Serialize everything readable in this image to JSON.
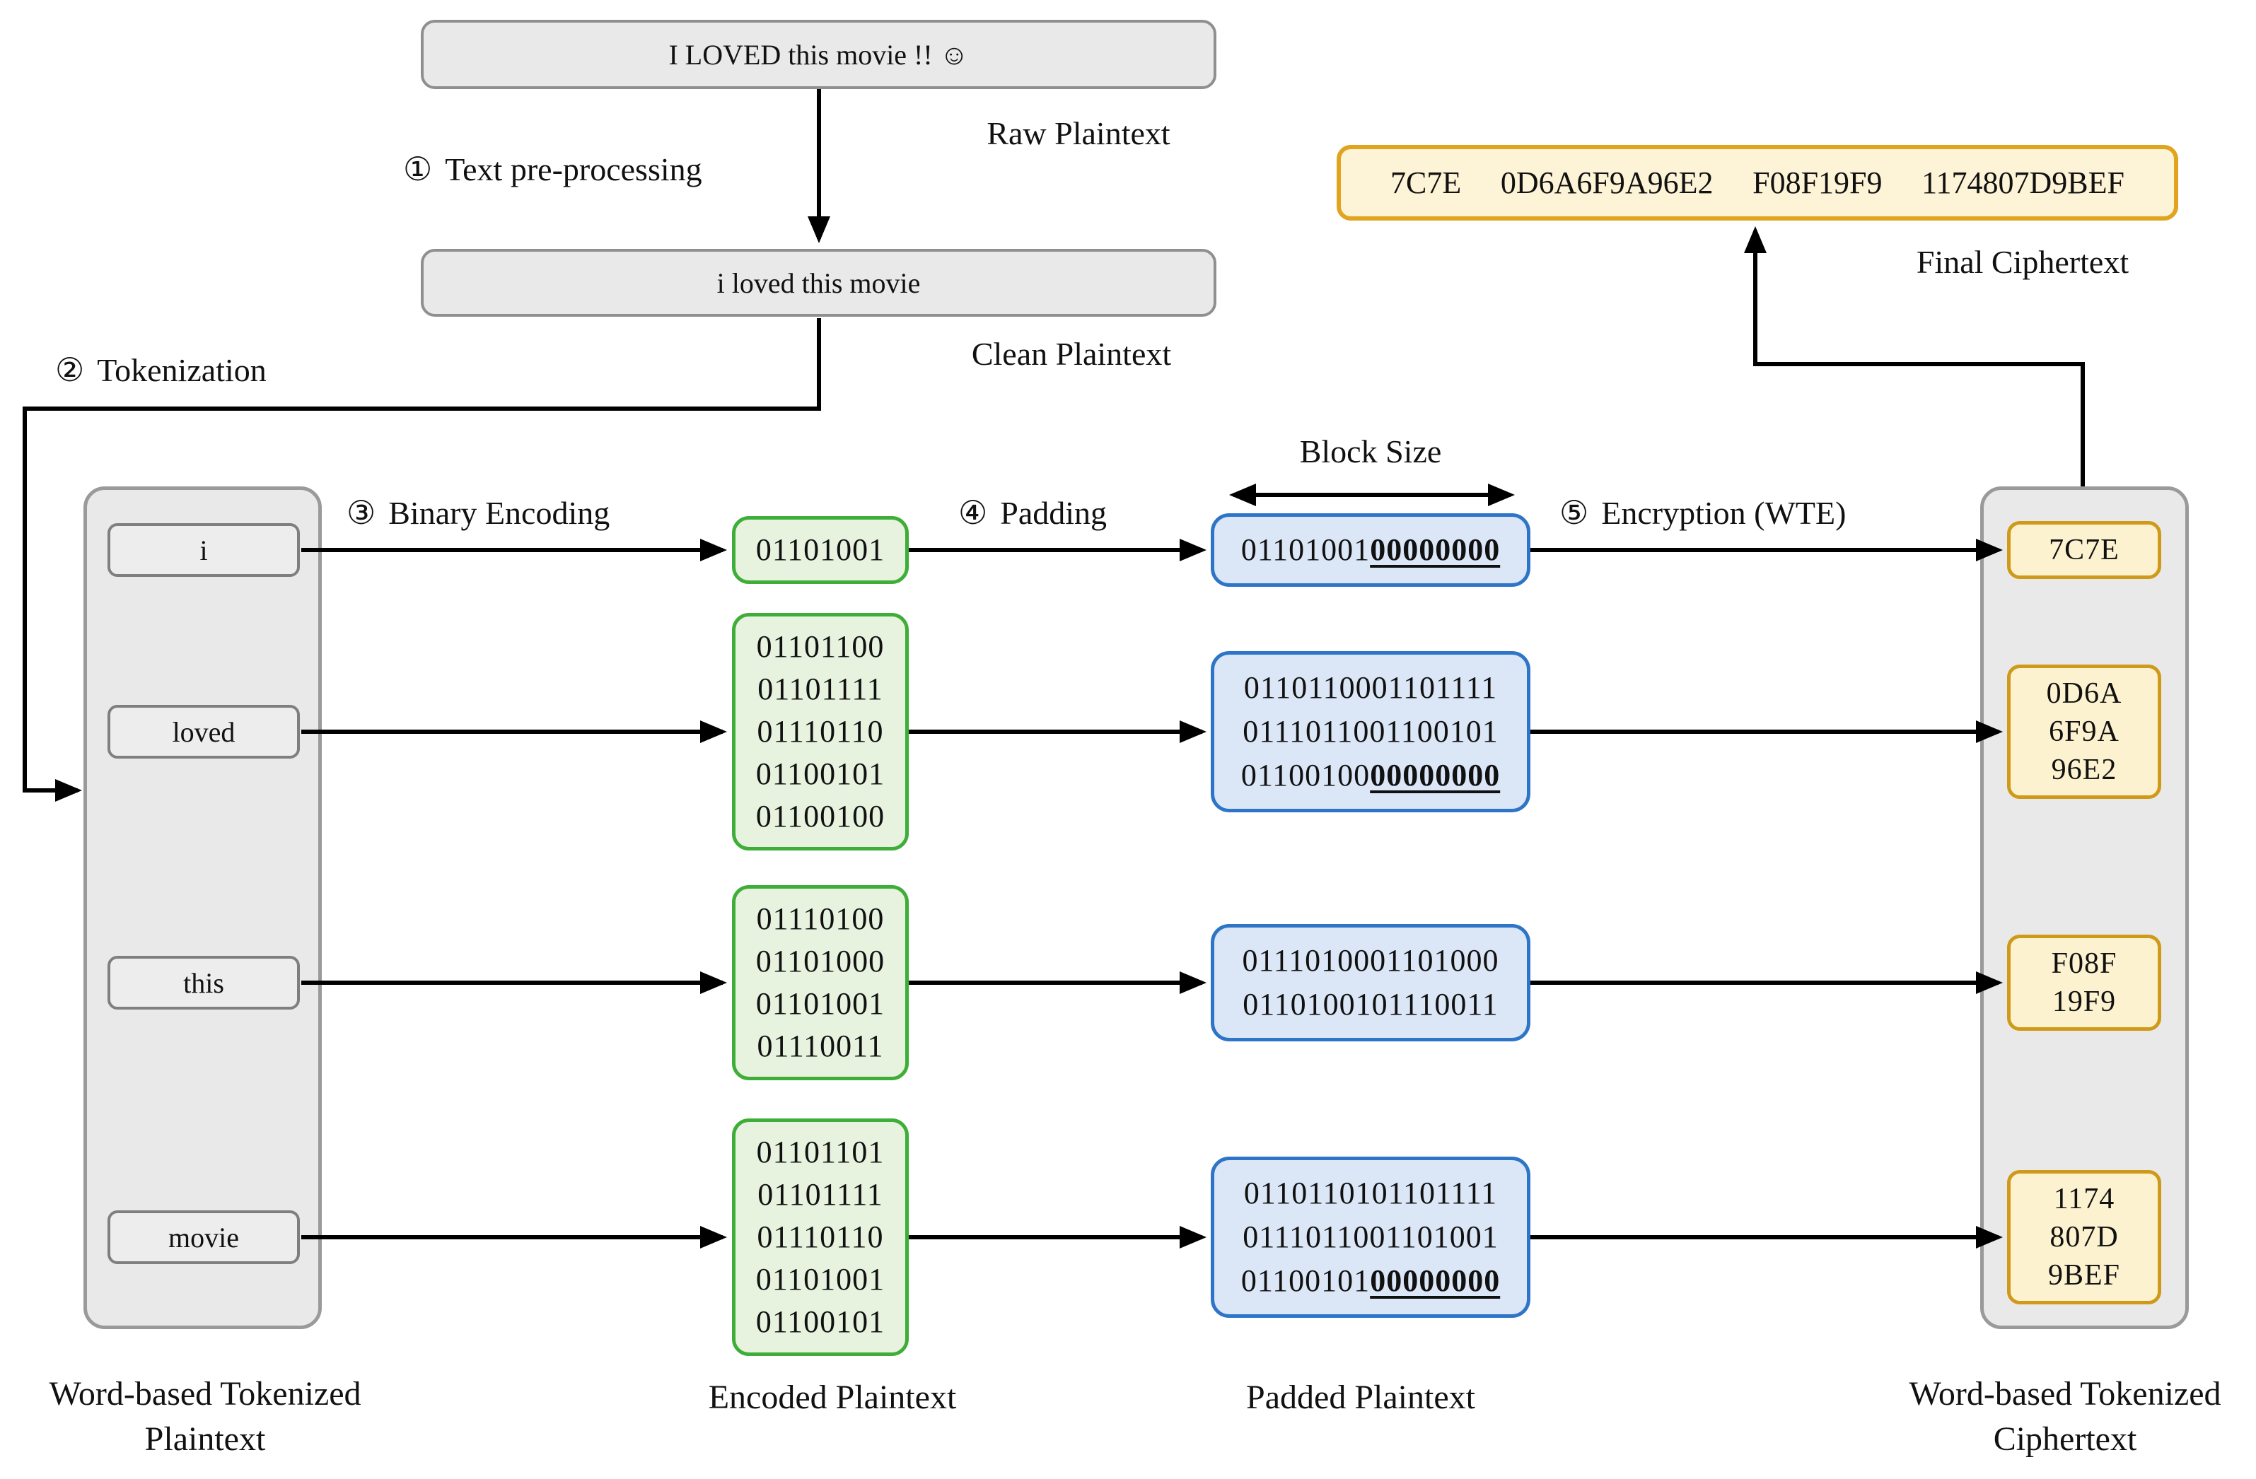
{
  "colors": {
    "box-gray-fill": "#e9e9e9",
    "box-gray-border": "#8f8f8f",
    "token-fill": "#ededed",
    "token-border": "#7f7f7f",
    "green-fill": "#e7f2df",
    "green-border": "#3fae38",
    "blue-fill": "#dbe6f6",
    "blue-border": "#2e75c8",
    "yellow-fill": "#fdf2d0",
    "yellow-border": "#cf9a1a",
    "final-fill": "#fdf3d6",
    "final-border": "#e0a41f",
    "line": "#000000",
    "text": "#111111"
  },
  "flow": {
    "raw": {
      "text": "I LOVED this movie !! ☺",
      "label": "Raw Plaintext"
    },
    "clean": {
      "text": "i loved this movie",
      "label": "Clean Plaintext"
    },
    "final": {
      "groups": [
        "7C7E",
        "0D6A6F9A96E2",
        "F08F19F9",
        "1174807D9BEF"
      ],
      "label": "Final Ciphertext"
    }
  },
  "steps": [
    {
      "num": "①",
      "label": "Text pre-processing"
    },
    {
      "num": "②",
      "label": "Tokenization"
    },
    {
      "num": "③",
      "label": "Binary Encoding"
    },
    {
      "num": "④",
      "label": "Padding"
    },
    {
      "num": "⑤",
      "label": "Encryption (WTE)"
    }
  ],
  "block_size_label": "Block Size",
  "rows": [
    {
      "token": "i",
      "encoded": [
        "01101001"
      ],
      "padded": [
        {
          "bits": "01101001",
          "pad": "00000000"
        }
      ],
      "cipher": [
        "7C7E"
      ]
    },
    {
      "token": "loved",
      "encoded": [
        "01101100",
        "01101111",
        "01110110",
        "01100101",
        "01100100"
      ],
      "padded": [
        {
          "bits": "0110110001101111",
          "pad": ""
        },
        {
          "bits": "0111011001100101",
          "pad": ""
        },
        {
          "bits": "01100100",
          "pad": "00000000"
        }
      ],
      "cipher": [
        "0D6A",
        "6F9A",
        "96E2"
      ]
    },
    {
      "token": "this",
      "encoded": [
        "01110100",
        "01101000",
        "01101001",
        "01110011"
      ],
      "padded": [
        {
          "bits": "0111010001101000",
          "pad": ""
        },
        {
          "bits": "0110100101110011",
          "pad": ""
        }
      ],
      "cipher": [
        "F08F",
        "19F9"
      ]
    },
    {
      "token": "movie",
      "encoded": [
        "01101101",
        "01101111",
        "01110110",
        "01101001",
        "01100101"
      ],
      "padded": [
        {
          "bits": "0110110101101111",
          "pad": ""
        },
        {
          "bits": "0111011001101001",
          "pad": ""
        },
        {
          "bits": "01100101",
          "pad": "00000000"
        }
      ],
      "cipher": [
        "1174",
        "807D",
        "9BEF"
      ]
    }
  ],
  "column_labels": {
    "tokenized_plaintext": {
      "line1": "Word-based Tokenized",
      "line2": "Plaintext"
    },
    "encoded": "Encoded Plaintext",
    "padded": "Padded Plaintext",
    "tokenized_ciphertext": {
      "line1": "Word-based Tokenized",
      "line2": "Ciphertext"
    }
  }
}
